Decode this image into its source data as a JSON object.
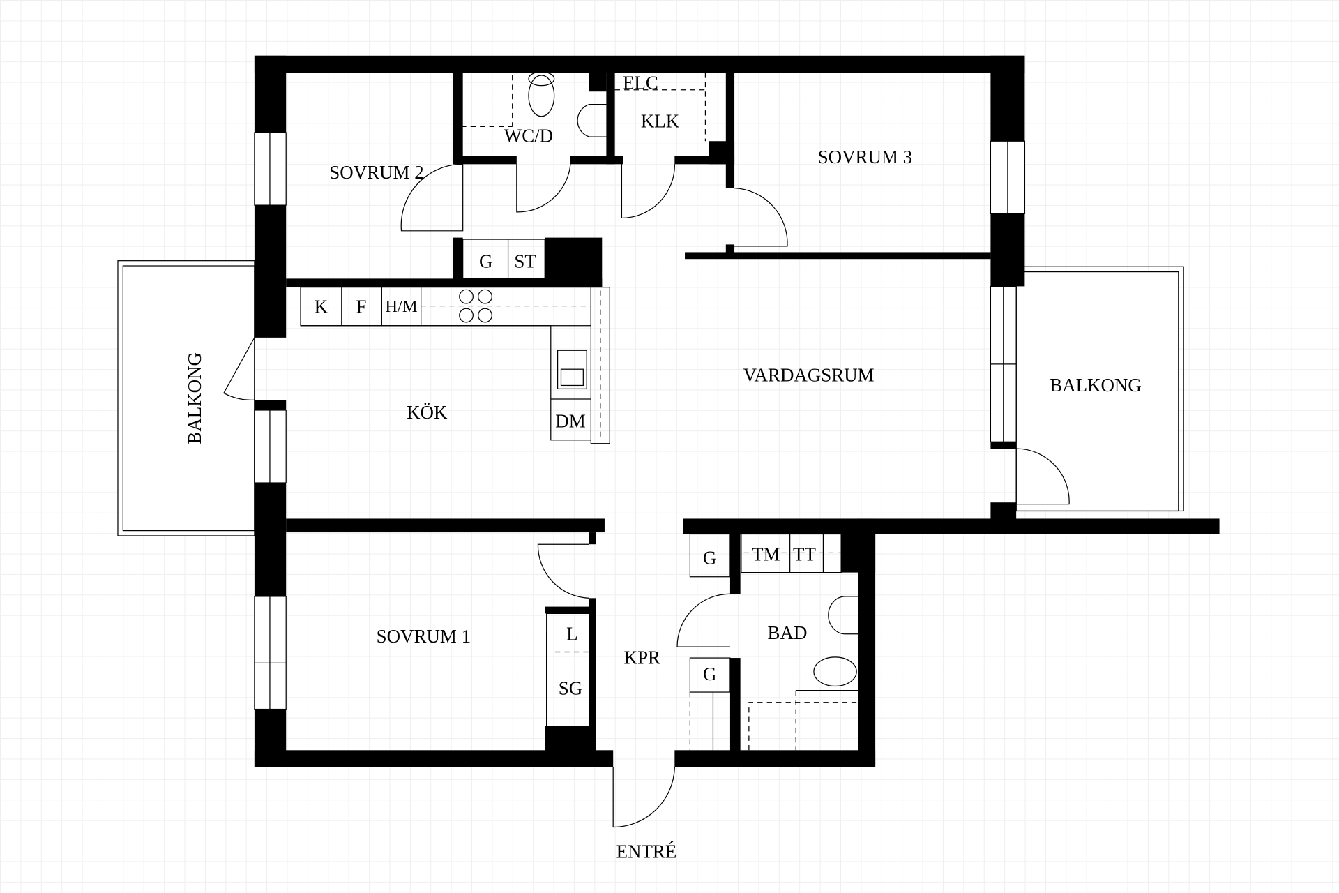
{
  "rooms": {
    "sovrum2": "SOVRUM 2",
    "wcd": "WC/D",
    "elc": "ELC",
    "klk": "KLK",
    "sovrum3": "SOVRUM 3",
    "g1": "G",
    "st": "ST",
    "k": "K",
    "f": "F",
    "hm": "H/M",
    "balkong_left": "BALKONG",
    "kok": "KÖK",
    "dm": "DM",
    "vardagsrum": "VARDAGSRUM",
    "balkong_right": "BALKONG",
    "sovrum1": "SOVRUM 1",
    "l": "L",
    "sg": "SG",
    "kpr": "KPR",
    "g2": "G",
    "tm": "TM",
    "tt": "TT",
    "bad": "BAD",
    "g3": "G",
    "entre": "ENTRÉ"
  }
}
